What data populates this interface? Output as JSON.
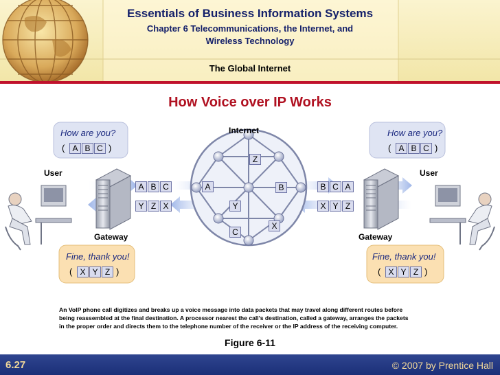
{
  "header": {
    "title": "Essentials of Business Information Systems",
    "subtitle_line1": "Chapter 6 Telecommunications, the Internet, and",
    "subtitle_line2": "Wireless Technology",
    "section": "The Global Internet"
  },
  "slide": {
    "title": "How Voice over IP Works",
    "figure_label": "Figure 6-11",
    "caption_line1": "An VoIP phone call digitizes and breaks up a voice message into data packets that may travel along different routes before",
    "caption_line2": "being reassembled at the final destination. A processor nearest the call’s destination, called a gateway, arranges the packets",
    "caption_line3": "in the proper order and directs them to the telephone number of the receiver or the IP address of the receiving computer."
  },
  "diagram": {
    "internet_label": "Internet",
    "left": {
      "user_label": "User",
      "gateway_label": "Gateway",
      "speech_question": "How are you?",
      "question_chips": [
        "A",
        "B",
        "C"
      ],
      "speech_reply": "Fine, thank you!",
      "reply_chips": [
        "X",
        "Y",
        "Z"
      ],
      "out_packets": [
        "A",
        "B",
        "C"
      ],
      "in_packets": [
        "Y",
        "Z",
        "X"
      ]
    },
    "right": {
      "user_label": "User",
      "gateway_label": "Gateway",
      "speech_question": "How are you?",
      "question_chips": [
        "A",
        "B",
        "C"
      ],
      "speech_reply": "Fine, thank you!",
      "reply_chips": [
        "X",
        "Y",
        "Z"
      ],
      "in_packets": [
        "B",
        "C",
        "A"
      ],
      "out_packets": [
        "X",
        "Y",
        "Z"
      ]
    },
    "network_packets": [
      "A",
      "Z",
      "B",
      "Y",
      "C",
      "X"
    ],
    "paren_open": "(",
    "paren_close": ")"
  },
  "footer": {
    "page": "6.27",
    "copyright": "© 2007 by Prentice Hall"
  }
}
